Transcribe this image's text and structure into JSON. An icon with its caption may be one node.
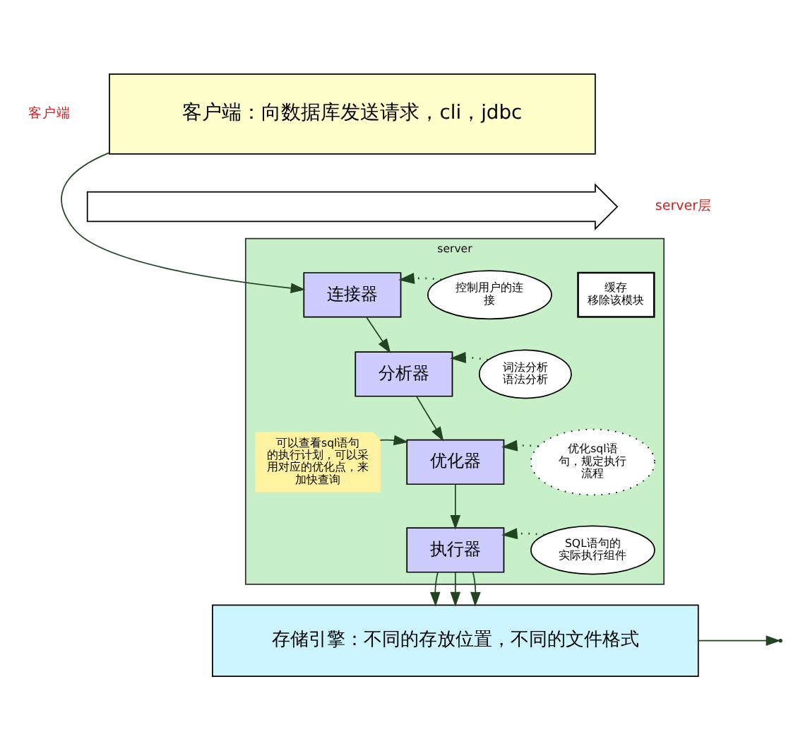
{
  "diagram": {
    "nodes": [
      {
        "text": [
          "客户端：向数据库发送请求，cli，jdbc"
        ],
        "beside": [
          "客户端"
        ]
      },
      {
        "text": [],
        "shape": "arrow"
      },
      {
        "text": [
          "server"
        ],
        "beside": [
          "server层"
        ]
      },
      {
        "text": [
          "缓存",
          "移除该模块"
        ],
        "in": 2
      },
      {
        "text": [
          "连接器"
        ],
        "in": 2
      },
      {
        "text": [
          "分析器"
        ],
        "in": 2
      },
      {
        "text": [
          "优化器"
        ],
        "in": 2
      },
      {
        "text": [
          "执行器"
        ],
        "in": 2
      },
      {
        "text": [
          "可以查看sql语句的执行计划，可以采用对应的优化点，来加快查询"
        ],
        "in": 2
      },
      {
        "text": [
          "控制用户的连接"
        ],
        "in": 2
      },
      {
        "text": [
          "词法分析语法分析"
        ],
        "in": 2
      },
      {
        "text": [
          "优化sql语句，规定执行流程"
        ],
        "in": 2
      },
      {
        "text": [
          "SQL语句的实际执行组件"
        ],
        "in": 2
      },
      {
        "text": [
          "存储引擎：不同的存放位置，不同的文件格式"
        ]
      }
    ],
    "edges": [
      {
        "from": 0,
        "to": 4,
        "arrow": "to"
      },
      {
        "from": 4,
        "to": 5,
        "arrow": "to"
      },
      {
        "from": 5,
        "to": 6,
        "arrow": "to"
      },
      {
        "from": 6,
        "to": 7,
        "arrow": "to"
      },
      {
        "from": 8,
        "to": 6,
        "arrow": "to"
      },
      {
        "from": 9,
        "to": 4,
        "arrow": "to",
        "style": "dashed"
      },
      {
        "from": 10,
        "to": 5,
        "arrow": "to",
        "style": "dashed"
      },
      {
        "from": 11,
        "to": 6,
        "arrow": "to",
        "style": "dashed"
      },
      {
        "from": 12,
        "to": 7,
        "arrow": "to",
        "style": "dashed"
      },
      {
        "from": 7,
        "to": 13,
        "arrow": "to"
      },
      {
        "from": 7,
        "to": 13,
        "arrow": "to"
      },
      {
        "from": 7,
        "to": 13,
        "arrow": "to"
      },
      {
        "from": 13,
        "to": null,
        "arrow": "to"
      }
    ]
  }
}
